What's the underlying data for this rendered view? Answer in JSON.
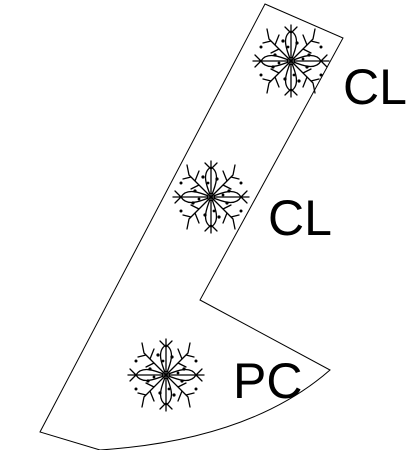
{
  "plants": [
    {
      "label": "CL",
      "symbol": "shrub-symbol"
    },
    {
      "label": "CL",
      "symbol": "shrub-symbol"
    },
    {
      "label": "PC",
      "symbol": "shrub-symbol"
    }
  ],
  "colors": {
    "line": "#000000",
    "background": "#ffffff"
  }
}
